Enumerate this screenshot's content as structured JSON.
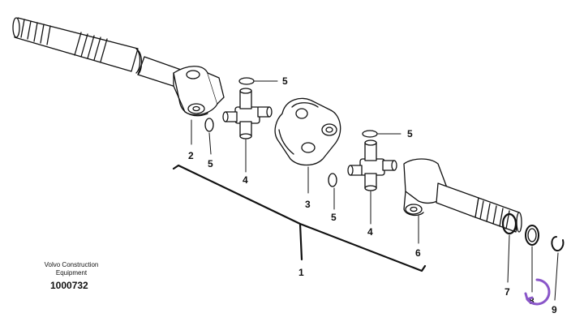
{
  "caption": {
    "publisher_line1": "Volvo Construction",
    "publisher_line2": "Equipment",
    "part_number": "1000732"
  },
  "callouts": {
    "c1": "1",
    "c2": "2",
    "c3": "3",
    "c4a": "4",
    "c4b": "4",
    "c5a": "5",
    "c5b": "5",
    "c5c": "5",
    "c5d": "5",
    "c6": "6",
    "c7": "7",
    "c8": "8",
    "c9": "9"
  },
  "colors": {
    "line": "#111111",
    "watermark": "#8a56c9"
  }
}
